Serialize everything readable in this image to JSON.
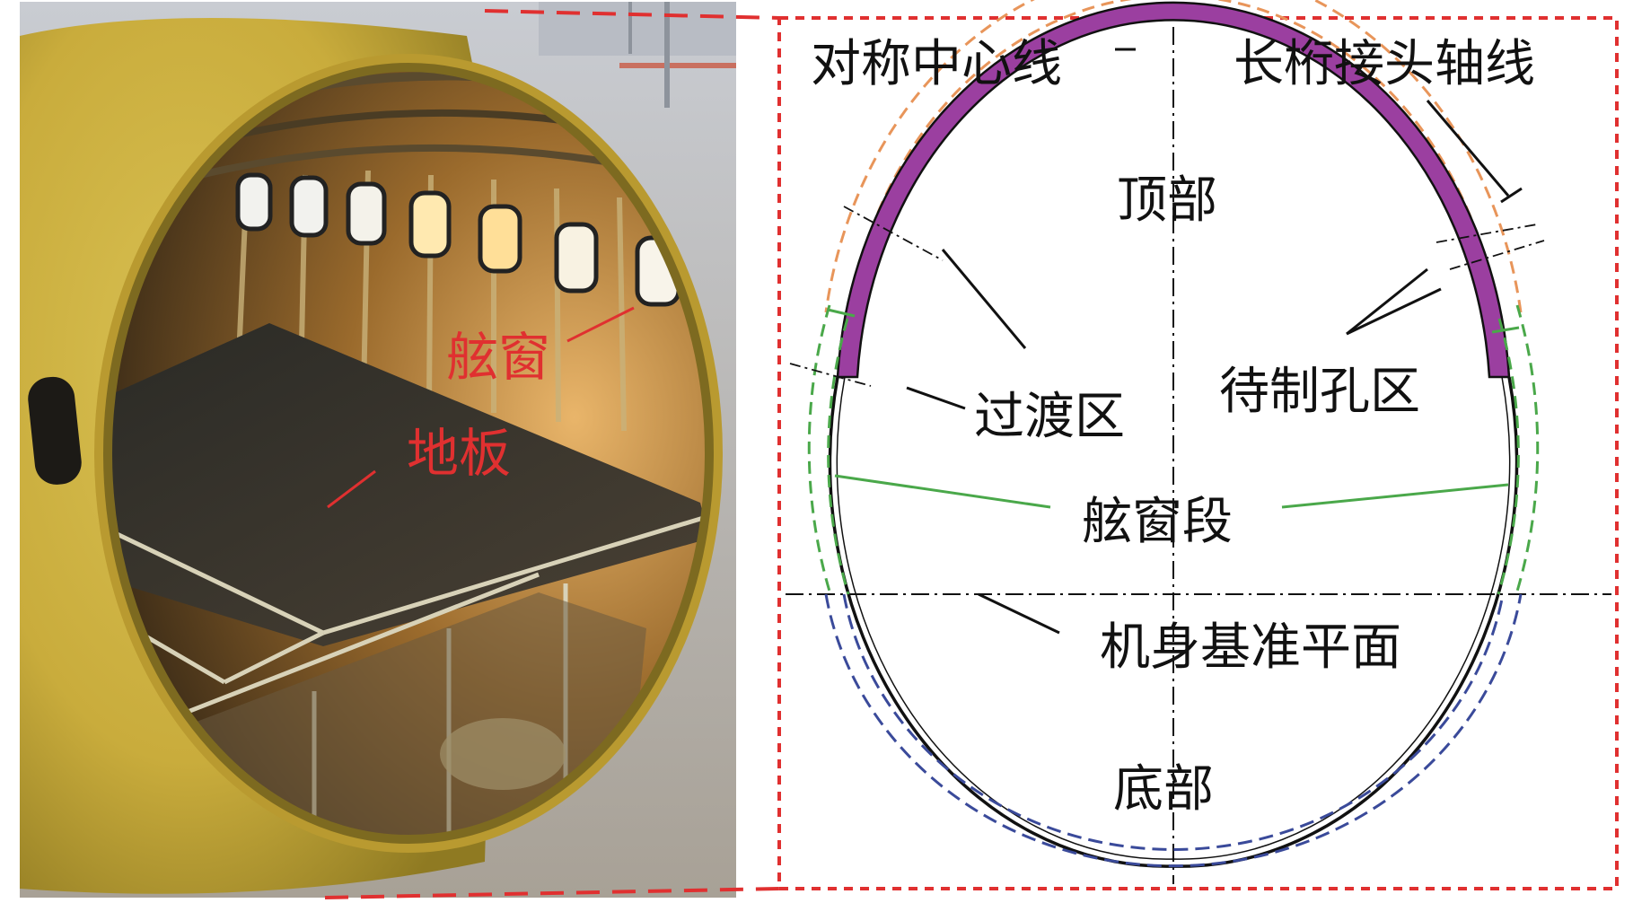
{
  "photo": {
    "labels": {
      "window": "舷窗",
      "floor": "地板"
    }
  },
  "diagram": {
    "labels": {
      "symmetry_line": "对称中心线",
      "stringer_joint_axis": "长桁接头轴线",
      "top": "顶部",
      "transition_zone": "过渡区",
      "hole_zone": "待制孔区",
      "window_segment": "舷窗段",
      "datum_plane": "机身基准平面",
      "bottom": "底部"
    },
    "colors": {
      "hole_zone_band": "#9b3fa0",
      "top_dashed": "#e8955a",
      "window_dashed": "#4aa84a",
      "bottom_dashed": "#3a4a9a",
      "frame": "#e03030",
      "ink": "#111111"
    }
  }
}
